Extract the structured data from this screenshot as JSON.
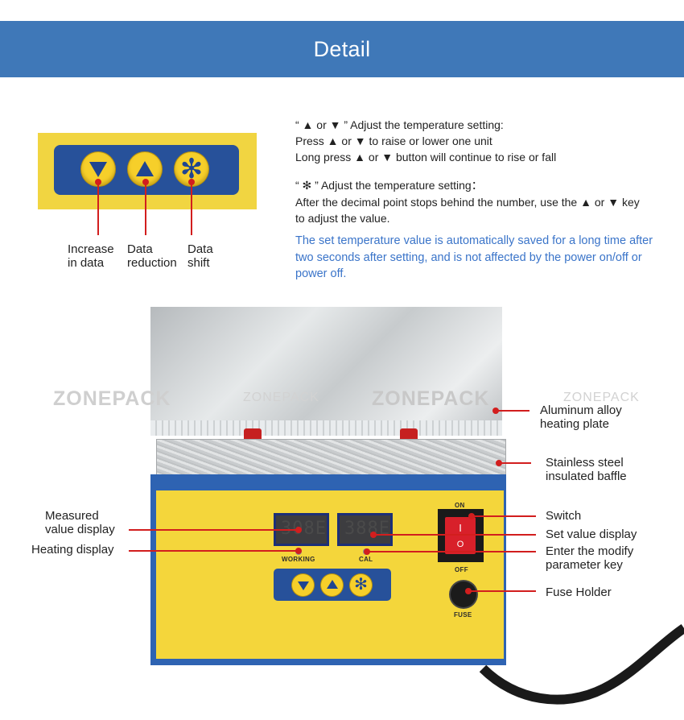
{
  "header": {
    "title": "Detail"
  },
  "keypad_labels": {
    "increase": [
      "Increase",
      "in data"
    ],
    "reduction": [
      "Data",
      "reduction"
    ],
    "shift": [
      "Data",
      "shift"
    ]
  },
  "instructions": {
    "line1": "“ ▲ or ▼ ” Adjust the temperature setting:",
    "line2": "Press ▲ or ▼ to raise or lower one unit",
    "line3": "Long press ▲ or ▼ button will continue to rise or fall",
    "line4": "“ ✻ ” Adjust the temperature setting：",
    "line5": "After the decimal point stops behind the number, use the ▲ or ▼ key",
    "line6": "to adjust the value.",
    "note": "The set temperature value is automatically saved for a long time after two seconds after setting, and is not affected by the power on/off or power off."
  },
  "watermark": "ZONEPACK",
  "device": {
    "display_left": "308E",
    "display_right": "388E",
    "working": "WORKING",
    "cal": "CAL",
    "on": "ON",
    "off": "OFF",
    "fuse": "FUSE",
    "switch_on_mark": "I",
    "switch_off_mark": "O"
  },
  "callouts": {
    "plate": [
      "Aluminum alloy",
      "heating plate"
    ],
    "baffle": [
      "Stainless steel",
      "insulated baffle"
    ],
    "switch": "Switch",
    "set_value": "Set value display",
    "modify": [
      "Enter the modify",
      "parameter key"
    ],
    "fuse": "Fuse Holder",
    "measured": [
      "Measured",
      "value display"
    ],
    "heating": "Heating display"
  },
  "colors": {
    "banner": "#3f78b8",
    "note_blue": "#3a74c9",
    "callout_red": "#d21e1e",
    "panel_yellow": "#f4d63b",
    "body_blue": "#2e63b2"
  }
}
